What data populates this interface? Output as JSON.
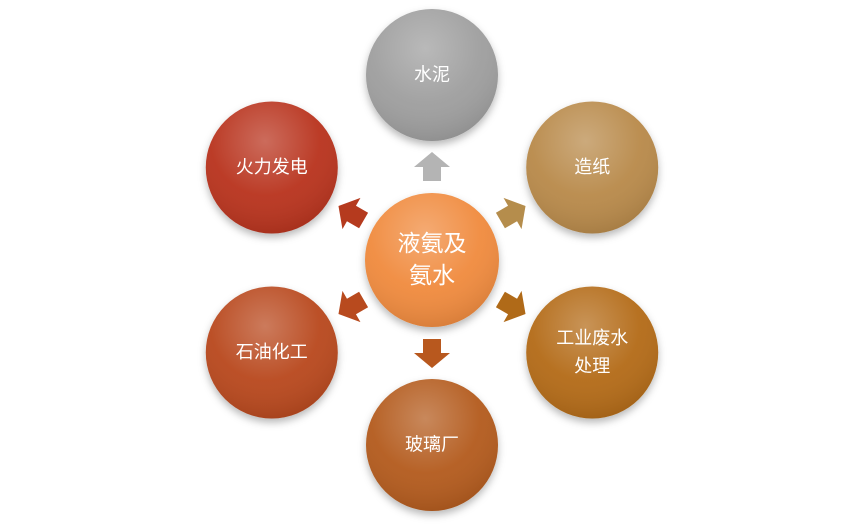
{
  "center": {
    "lines": [
      "液氨及",
      "氨水"
    ],
    "color": "#f08a3c"
  },
  "nodes": [
    {
      "id": "cement",
      "lines": [
        "水泥"
      ],
      "color": "#9e9e9e",
      "arrow_color": "#b4b4b4"
    },
    {
      "id": "papermaking",
      "lines": [
        "造纸"
      ],
      "color": "#b8894a",
      "arrow_color": "#b58d4c"
    },
    {
      "id": "wastewater-treatment",
      "lines": [
        "工业废水",
        "处理"
      ],
      "color": "#b36a12",
      "arrow_color": "#b06a18"
    },
    {
      "id": "glass-factory",
      "lines": [
        "玻璃厂"
      ],
      "color": "#b35a1c",
      "arrow_color": "#b8581e"
    },
    {
      "id": "petrochemical",
      "lines": [
        "石油化工"
      ],
      "color": "#b8461c",
      "arrow_color": "#b84a1e"
    },
    {
      "id": "thermal-power",
      "lines": [
        "火力发电"
      ],
      "color": "#b8301c",
      "arrow_color": "#b53a1e"
    }
  ]
}
